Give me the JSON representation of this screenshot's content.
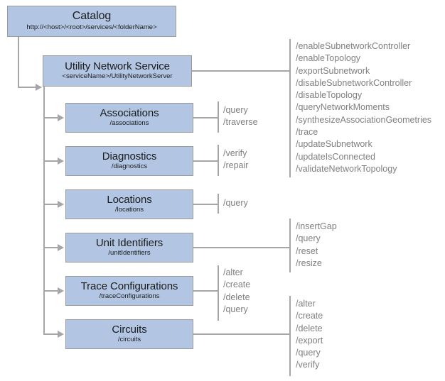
{
  "diagram": {
    "title": "Utility Network Service resource hierarchy",
    "colors": {
      "node_fill": "#b2c6e4",
      "node_border": "#9b9b9b",
      "connector": "#a6a6a6",
      "operation_text": "#808080",
      "node_text": "#1b1b1b",
      "background": "#ffffff"
    }
  },
  "nodes": {
    "catalog": {
      "title": "Catalog",
      "path": "http://<host>/<root>/services/<folderName>"
    },
    "service": {
      "title": "Utility Network Service",
      "path": "<serviceName>/UtilityNetworkServer",
      "operations": [
        "/enableSubnetworkController",
        "/enableTopology",
        "/exportSubnetwork",
        "/disableSubnetworkController",
        "/disableTopology",
        "/queryNetworkMoments",
        "/synthesizeAssociationGeometries",
        "/trace",
        "/updateSubnetwork",
        "/updateIsConnected",
        "/validateNetworkTopology"
      ]
    },
    "associations": {
      "title": "Associations",
      "path": "/associations",
      "operations": [
        "/query",
        "/traverse"
      ]
    },
    "diagnostics": {
      "title": "Diagnostics",
      "path": "/diagnostics",
      "operations": [
        "/verify",
        "/repair"
      ]
    },
    "locations": {
      "title": "Locations",
      "path": "/locations",
      "operations": [
        "/query"
      ]
    },
    "unit_identifiers": {
      "title": "Unit Identifiers",
      "path": "/unitIdentifiers",
      "operations": [
        "/insertGap",
        "/query",
        "/reset",
        "/resize"
      ]
    },
    "trace_configurations": {
      "title": "Trace Configurations",
      "path": "/traceConfigurations",
      "operations": [
        "/alter",
        "/create",
        "/delete",
        "/query"
      ]
    },
    "circuits": {
      "title": "Circuits",
      "path": "/circuits",
      "operations": [
        "/alter",
        "/create",
        "/delete",
        "/export",
        "/query",
        "/verify"
      ]
    }
  }
}
